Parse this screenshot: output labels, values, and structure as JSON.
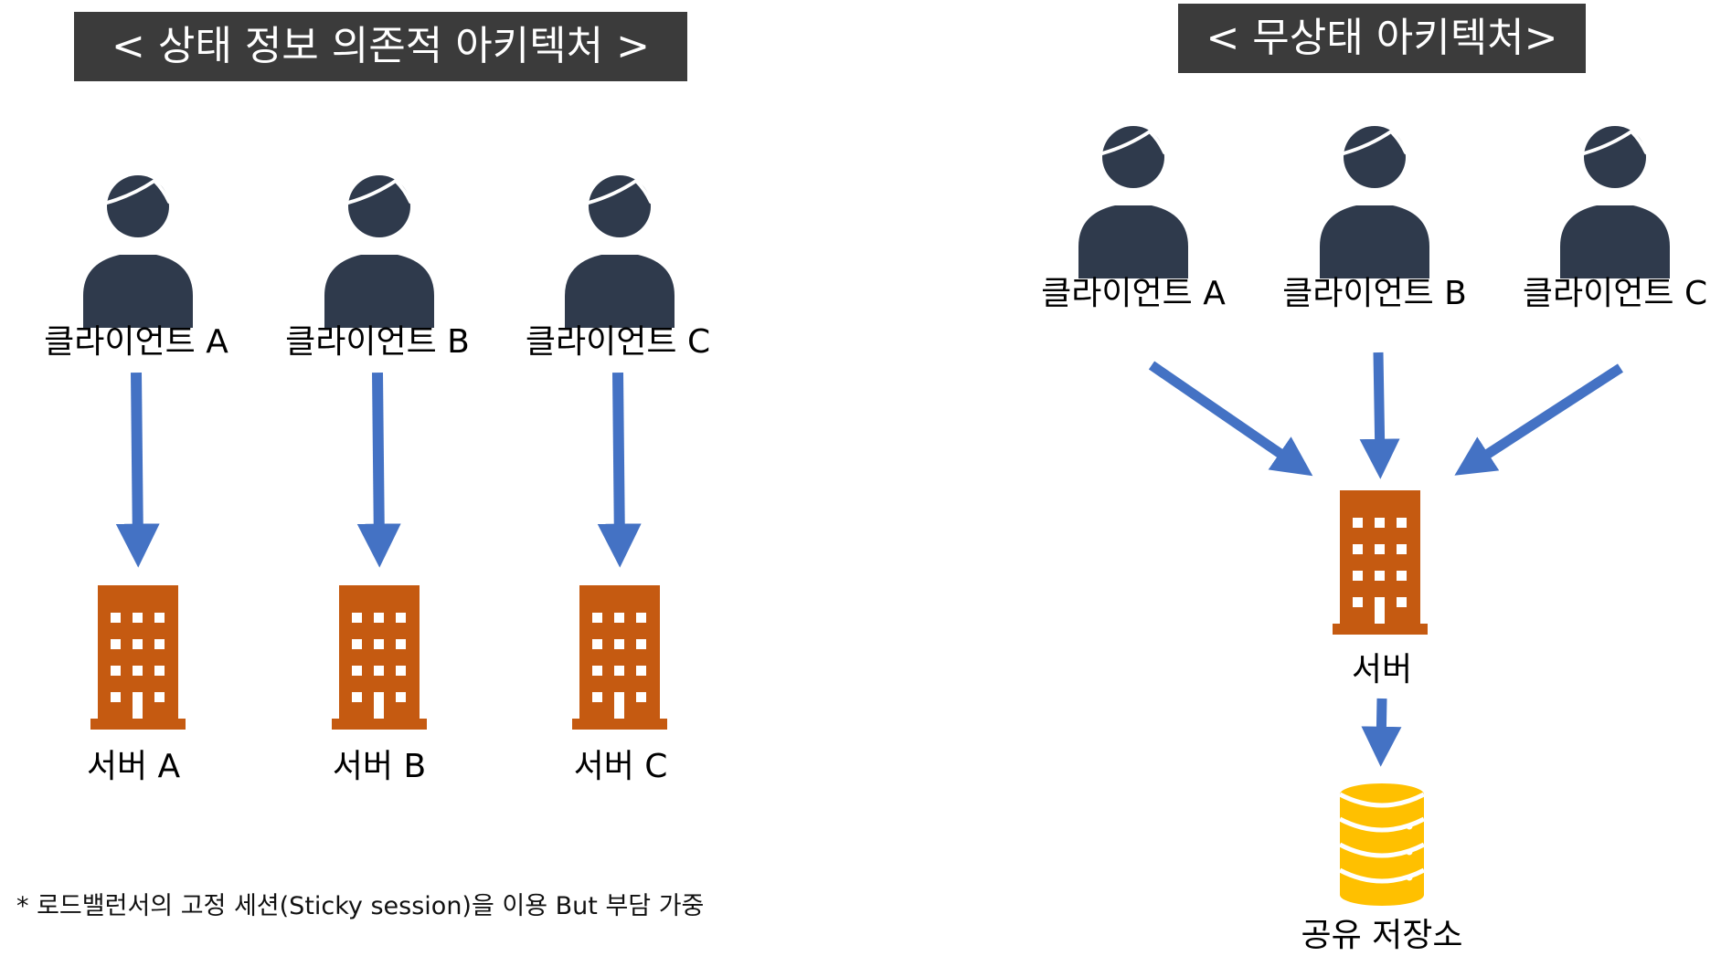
{
  "colors": {
    "person": "#2f3a4c",
    "server": "#c55a11",
    "arrow": "#4472c4",
    "storage": "#ffc000",
    "title_bg": "#3b3b3b"
  },
  "icons": {
    "client": "person-icon",
    "server": "building-icon",
    "storage": "database-icon"
  },
  "stateful": {
    "title": "< 상태 정보 의존적 아키텍처 >",
    "clients": [
      "클라이언트 A",
      "클라이언트 B",
      "클라이언트 C"
    ],
    "servers": [
      "서버 A",
      "서버 B",
      "서버 C"
    ],
    "note": "* 로드밸런서의 고정 세션(Sticky session)을 이용 But 부담 가중"
  },
  "stateless": {
    "title": "< 무상태 아키텍처>",
    "clients": [
      "클라이언트 A",
      "클라이언트 B",
      "클라이언트 C"
    ],
    "server": "서버",
    "storage": "공유 저장소"
  }
}
